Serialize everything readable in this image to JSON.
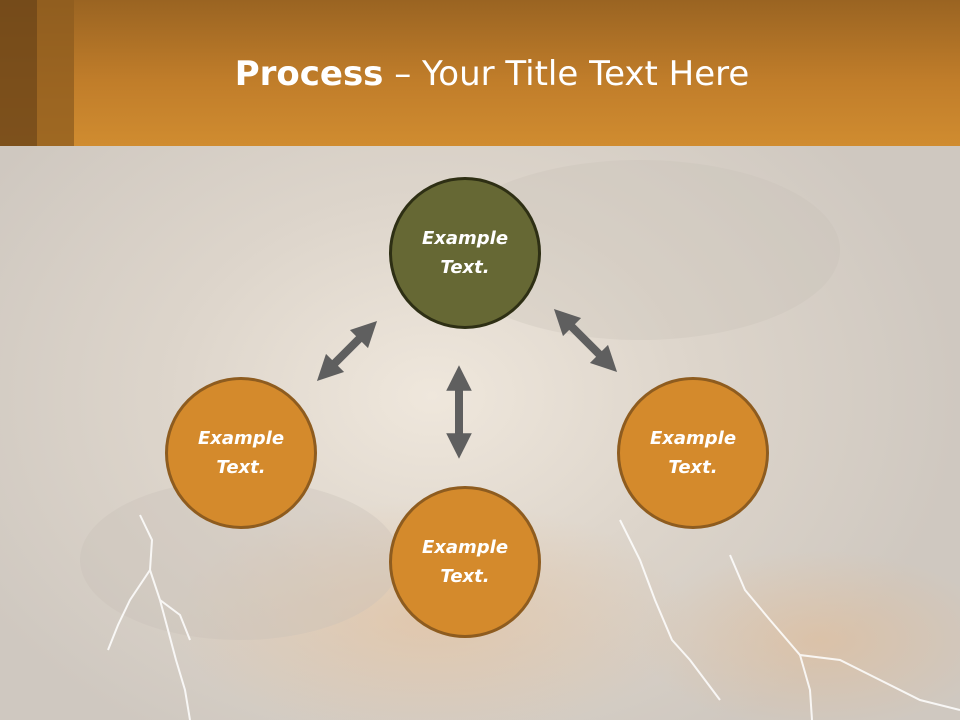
{
  "colors": {
    "header": "#c07d2a",
    "olive_node": "#666834",
    "orange_node": "#d48a2c",
    "arrow": "#5f5f5f"
  },
  "title": {
    "bold": "Process",
    "rest": " – Your Title Text Here"
  },
  "nodes": {
    "top": "Example Text.",
    "left": "Example Text.",
    "right": "Example Text.",
    "bottom": "Example Text."
  }
}
